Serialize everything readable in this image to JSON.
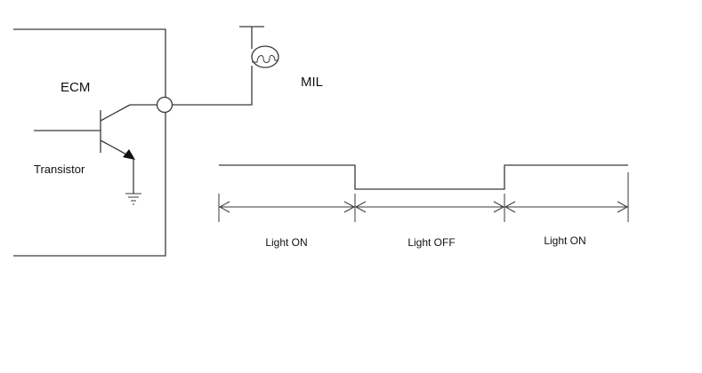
{
  "labels": {
    "ecm": "ECM",
    "mil": "MIL",
    "transistor": "Transistor"
  },
  "timing": {
    "states": [
      "Light ON",
      "Light OFF",
      "Light ON"
    ]
  },
  "colors": {
    "line": "#3a3a3a",
    "text": "#111111",
    "background": "#ffffff"
  }
}
